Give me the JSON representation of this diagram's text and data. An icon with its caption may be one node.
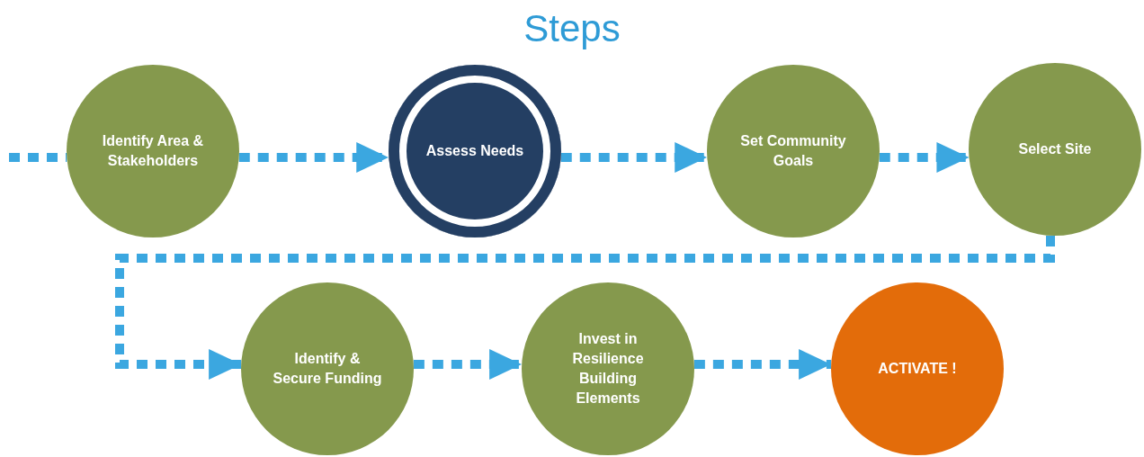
{
  "diagram": {
    "title": "Steps",
    "nodes": [
      {
        "text": [
          "Identify Area & Stakeholders"
        ]
      },
      {
        "text": [
          "Assess Needs"
        ]
      },
      {
        "text": [
          "Set Community Goals"
        ]
      },
      {
        "text": [
          "Select Site"
        ]
      },
      {
        "text": [
          "Identify & Secure Funding"
        ]
      },
      {
        "text": [
          "Invest in Resilience Building Elements"
        ]
      },
      {
        "text": [
          "ACTIVATE !"
        ]
      }
    ],
    "edges": [
      {
        "from": null,
        "to": 0,
        "arrow": "none"
      },
      {
        "from": 0,
        "to": 1,
        "arrow": "to"
      },
      {
        "from": 1,
        "to": 2,
        "arrow": "to"
      },
      {
        "from": 2,
        "to": 3,
        "arrow": "to"
      },
      {
        "from": 3,
        "to": 4,
        "arrow": "to"
      },
      {
        "from": 4,
        "to": 5,
        "arrow": "to"
      },
      {
        "from": 5,
        "to": 6,
        "arrow": "to"
      }
    ]
  }
}
